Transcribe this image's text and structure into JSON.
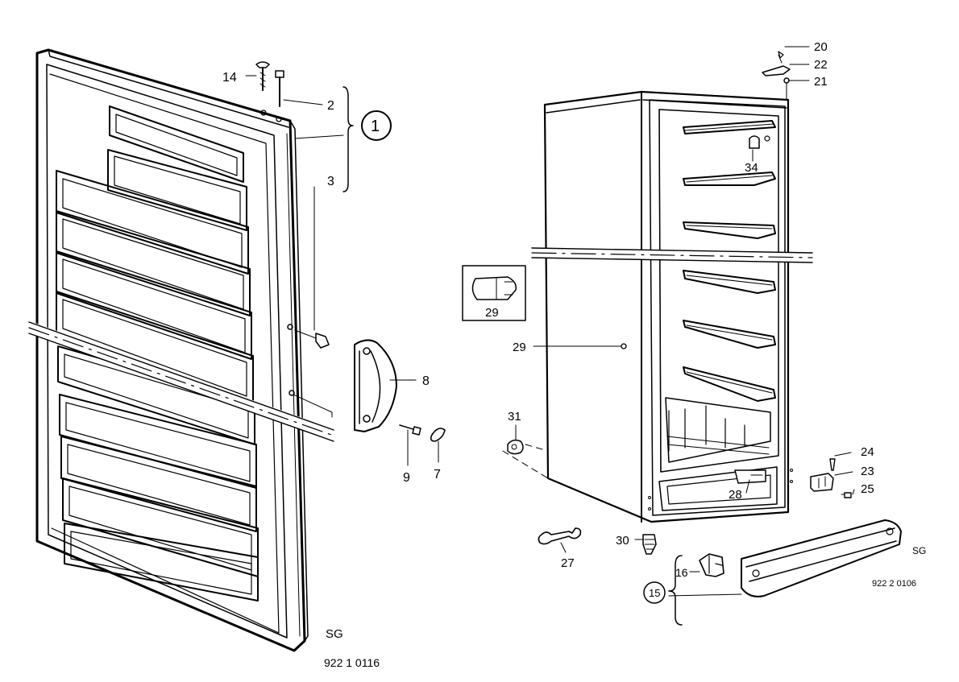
{
  "diagram": {
    "door_sheet": {
      "group_label": "1",
      "tags": {
        "p14": "14",
        "p2": "2",
        "p3": "3",
        "p8": "8",
        "p9": "9",
        "p7": "7"
      },
      "sg": "SG",
      "code": "922 1 0116"
    },
    "cabinet_sheet": {
      "tags": {
        "p20": "20",
        "p22": "22",
        "p21": "21",
        "p34": "34",
        "p29a": "29",
        "p29b": "29",
        "p31": "31",
        "p24": "24",
        "p23": "23",
        "p25": "25",
        "p28": "28",
        "p30": "30",
        "p27": "27",
        "p16": "16"
      },
      "group_label": "15",
      "sg": "SG",
      "code": "922 2 0106"
    }
  }
}
